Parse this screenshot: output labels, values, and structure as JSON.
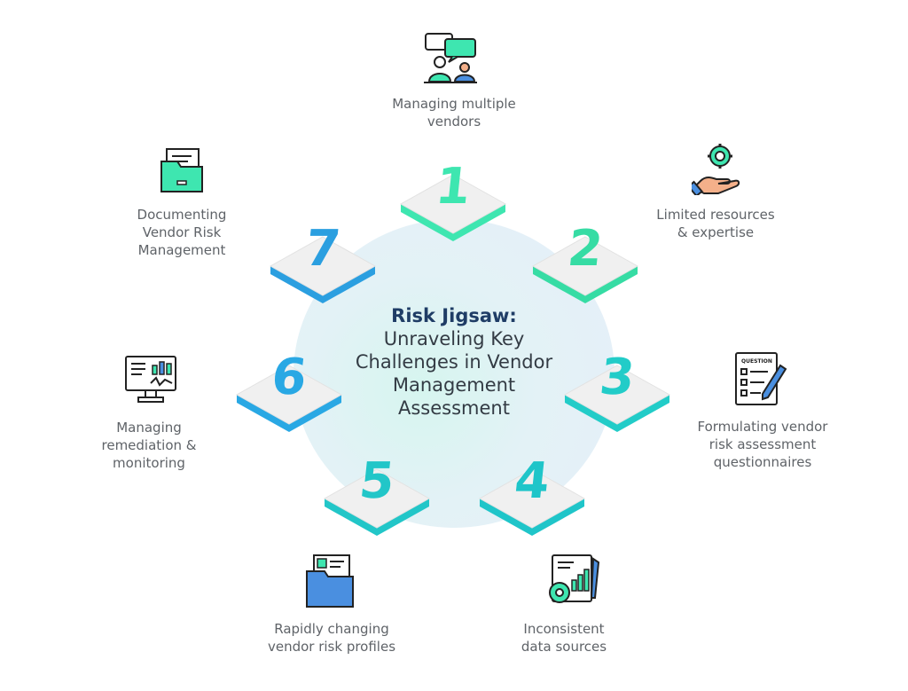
{
  "center": {
    "title": "Risk Jigsaw:",
    "subtitle_lines": [
      "Unraveling Key",
      "Challenges in Vendor",
      "Management",
      "Assessment"
    ]
  },
  "steps": [
    {
      "number": "1",
      "label_lines": [
        "Managing multiple",
        "vendors"
      ],
      "icon": "vendor-chat-icon",
      "color": "#3ee6b0"
    },
    {
      "number": "2",
      "label_lines": [
        "Limited resources",
        "& expertise"
      ],
      "icon": "hand-gear-icon",
      "color": "#36dca4"
    },
    {
      "number": "3",
      "label_lines": [
        "Formulating vendor",
        "risk assessment",
        "questionnaires"
      ],
      "icon": "questionnaire-icon",
      "color": "#22ccc8"
    },
    {
      "number": "4",
      "label_lines": [
        "Inconsistent",
        "data sources"
      ],
      "icon": "data-report-icon",
      "color": "#1fc5c9"
    },
    {
      "number": "5",
      "label_lines": [
        "Rapidly changing",
        "vendor risk profiles"
      ],
      "icon": "profile-folder-icon",
      "color": "#22c6c8"
    },
    {
      "number": "6",
      "label_lines": [
        "Managing",
        "remediation &",
        "monitoring"
      ],
      "icon": "monitor-chart-icon",
      "color": "#29a8e4"
    },
    {
      "number": "7",
      "label_lines": [
        "Documenting",
        "Vendor Risk",
        "Management"
      ],
      "icon": "document-folder-icon",
      "color": "#2b9fe0"
    }
  ]
}
